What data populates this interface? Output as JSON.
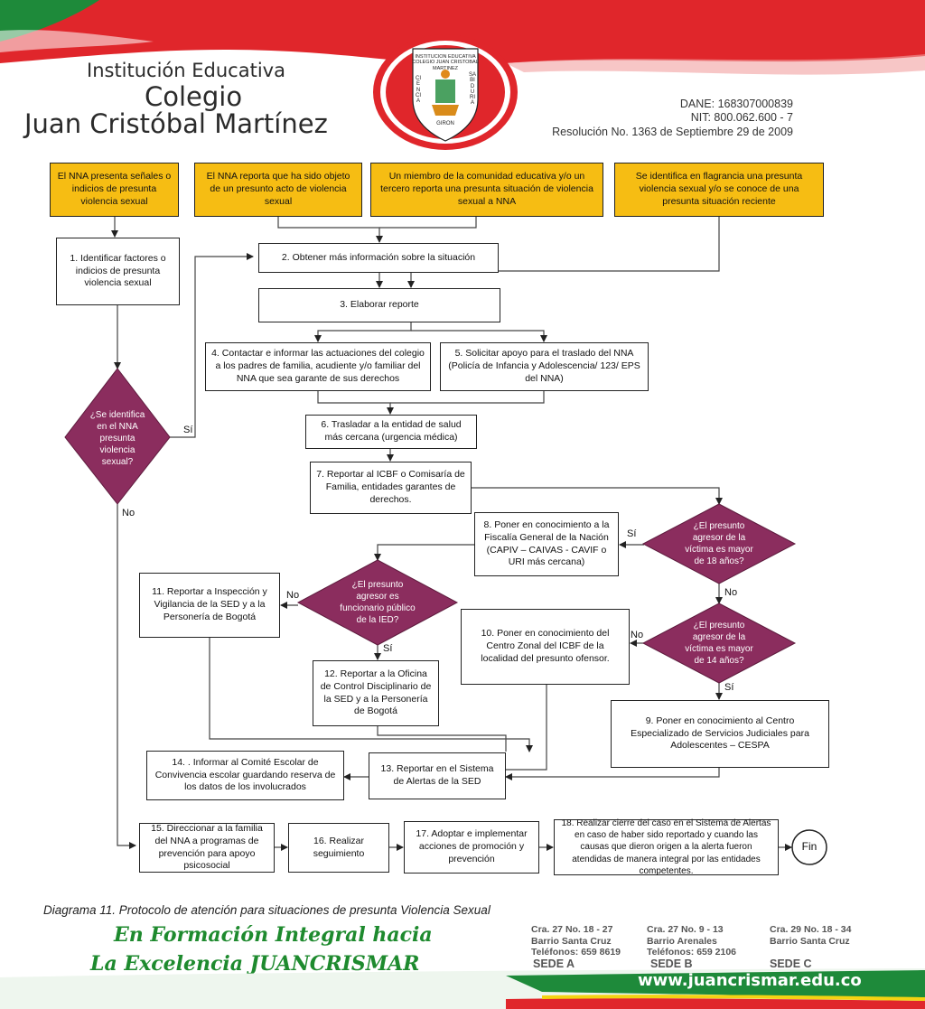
{
  "header": {
    "institution_line1": "Institución Educativa",
    "institution_line2": "Colegio",
    "institution_line3": "Juan Cristóbal Martínez",
    "seal_text": "INSTITUCION EDUCATIVA COLEGIO JUAN CRISTOBAL MARTINEZ",
    "seal_motto_left": "CIENCIA",
    "seal_motto_right": "SABIDURIA",
    "seal_city": "GIRON",
    "dane": "DANE: 168307000839",
    "nit": "NIT: 800.062.600 - 7",
    "resolucion": "Resolución No. 1363 de Septiembre 29 de 2009"
  },
  "diagram": {
    "triggers": [
      "El NNA presenta señales o indicios de presunta violencia sexual",
      "El NNA reporta que ha sido objeto de un presunto acto de violencia sexual",
      "Un miembro de la comunidad educativa y/o un tercero reporta una presunta situación de violencia sexual a NNA",
      "Se identifica en flagrancia una presunta violencia sexual y/o se conoce de una presunta situación reciente"
    ],
    "steps": {
      "s1": "1. Identificar factores o indicios de presunta violencia sexual",
      "s2": "2. Obtener más información sobre la situación",
      "s3": "3. Elaborar reporte",
      "s4": "4. Contactar e informar las actuaciones del colegio a los padres de familia, acudiente y/o familiar del NNA que sea garante de sus derechos",
      "s5": "5. Solicitar apoyo para el traslado del NNA (Policía de Infancia y Adolescencia/ 123/ EPS del NNA)",
      "s6": "6. Trasladar a la entidad de salud más cercana (urgencia médica)",
      "s7": "7. Reportar al ICBF o Comisaría de Familia, entidades garantes de derechos.",
      "s8": "8. Poner en conocimiento a la Fiscalía General de la Nación (CAPIV – CAIVAS - CAVIF o URI más cercana)",
      "s9": "9. Poner en conocimiento al Centro Especializado de Servicios Judiciales para Adolescentes – CESPA",
      "s10": "10. Poner en conocimiento del Centro Zonal del ICBF de la localidad del presunto ofensor.",
      "s11": "11. Reportar a Inspección y Vigilancia de la SED y a la Personería de Bogotá",
      "s12": "12. Reportar a la Oficina de Control Disciplinario de la SED y a la Personería de Bogotá",
      "s13": "13. Reportar en el Sistema de Alertas de la SED",
      "s14": "14. . Informar al Comité Escolar de Convivencia escolar guardando reserva de los datos de los involucrados",
      "s15": "15. Direccionar a la familia del NNA a programas de prevención para apoyo psicosocial",
      "s16": "16. Realizar seguimiento",
      "s17": "17. Adoptar e implementar acciones de promoción y prevención",
      "s18": "18. Realizar cierre del caso en el Sistema de Alertas en caso de haber sido reportado y cuando las causas que dieron origen a la alerta fueron atendidas de manera integral por las entidades competentes."
    },
    "decisions": {
      "d1": "¿Se identifica en el NNA presunta violencia sexual?",
      "d2": "¿El presunto agresor de la víctima es mayor de 18 años?",
      "d3": "¿El presunto agresor es funcionario público de la IED?",
      "d4": "¿El presunto agresor de la víctima es mayor de 14 años?"
    },
    "labels": {
      "yes": "Sí",
      "no": "No"
    },
    "end": "Fin",
    "caption": "Diagrama 11. Protocolo de atención para situaciones de presunta Violencia Sexual"
  },
  "footer": {
    "slogan_line1": "En Formación Integral hacia",
    "slogan_line2": "La Excelencia JUANCRISMAR",
    "sedes": [
      {
        "address": "Cra. 27 No. 18 - 27",
        "barrio": "Barrio Santa Cruz",
        "phone": "Teléfonos: 659 8619",
        "name": "SEDE A"
      },
      {
        "address": "Cra. 27 No. 9 - 13",
        "barrio": "Barrio Arenales",
        "phone": "Teléfonos: 659 2106",
        "name": "SEDE B"
      },
      {
        "address": "Cra. 29 No. 18 - 34",
        "barrio": "Barrio Santa Cruz",
        "phone": "",
        "name": "SEDE C"
      }
    ],
    "website": "www.juancrismar.edu.co"
  },
  "colors": {
    "header_red": "#e0262b",
    "header_green": "#1e8a3a",
    "trigger_yellow": "#f6bd13",
    "decision_purple": "#8b2d5e",
    "slogan_green": "#1e8a2e"
  }
}
